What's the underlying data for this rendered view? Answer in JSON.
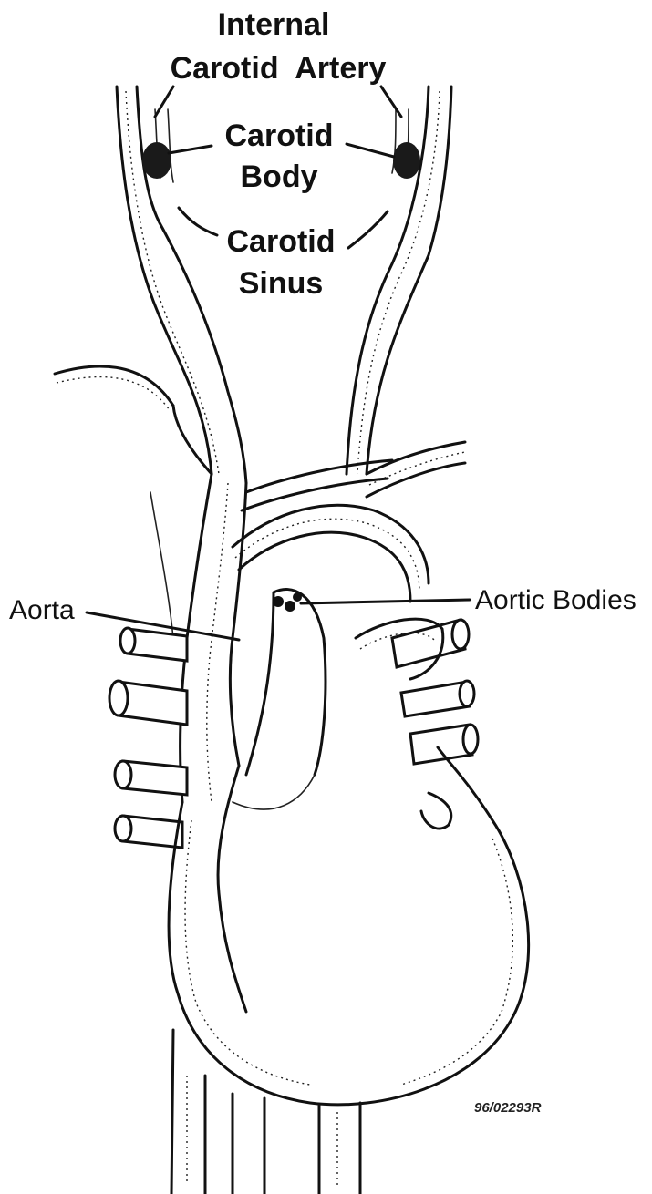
{
  "labels": {
    "internal_line1": "Internal",
    "internal_line2": "Carotid  Artery",
    "carotid_body_line1": "Carotid",
    "carotid_body_line2": "Body",
    "carotid_sinus_line1": "Carotid",
    "carotid_sinus_line2": "Sinus",
    "aortic_bodies": "Aortic Bodies",
    "aorta": "Aorta"
  },
  "figure_code": "96/02293R"
}
